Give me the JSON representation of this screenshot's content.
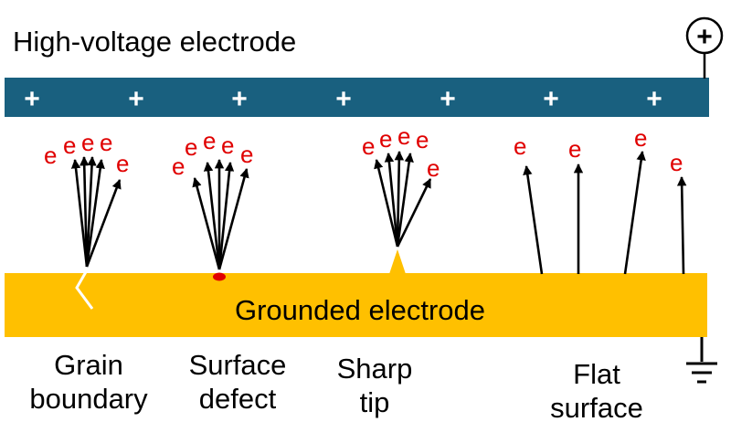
{
  "diagram": {
    "title": "High-voltage electrode",
    "ground_label": "Grounded electrode",
    "terminal_symbol": "+",
    "plus_sign": "+",
    "electron_symbol": "e",
    "colors": {
      "high_voltage_electrode": "#19607f",
      "grounded_electrode": "#ffc000",
      "electron": "#e00000",
      "defect_dot": "#e00000",
      "arrow": "#000000"
    },
    "captions": [
      {
        "line1": "Grain",
        "line2": "boundary"
      },
      {
        "line1": "Surface",
        "line2": "defect"
      },
      {
        "line1": "Sharp",
        "line2": "tip"
      },
      {
        "line1": "Flat",
        "line2": "surface"
      }
    ],
    "icons": [
      "positive-terminal-icon",
      "ground-symbol-icon",
      "grain-boundary-crack-icon",
      "surface-defect-dot-icon",
      "sharp-tip-icon"
    ]
  }
}
